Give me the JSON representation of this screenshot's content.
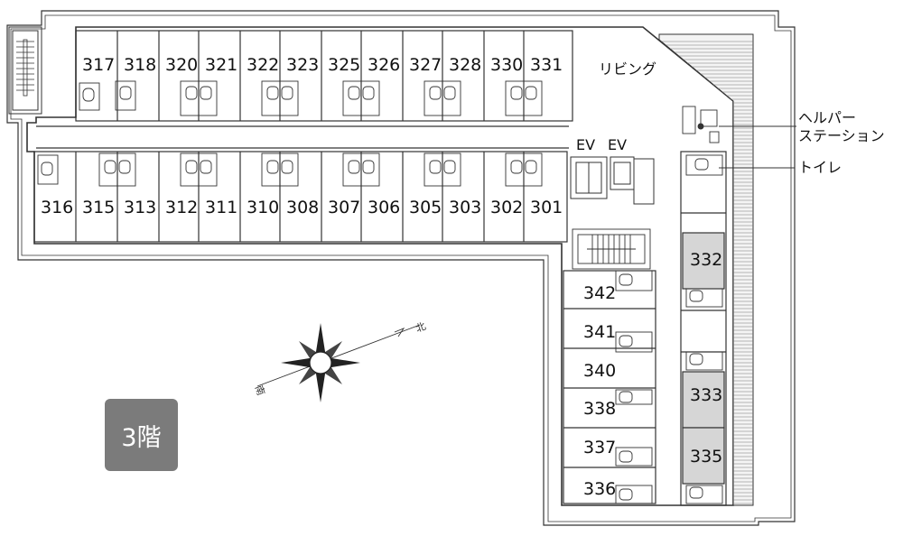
{
  "floor_label": "3階",
  "labels": {
    "living": "リビング",
    "helper_station_line1": "ヘルパー",
    "helper_station_line2": "ステーション",
    "toilet": "トイレ",
    "ev1": "EV",
    "ev2": "EV",
    "north": "北",
    "south": "南"
  },
  "rooms": {
    "top_row": [
      "317",
      "318",
      "320",
      "321",
      "322",
      "323",
      "325",
      "326",
      "327",
      "328",
      "330",
      "331"
    ],
    "bottom_row": [
      "316",
      "315",
      "313",
      "312",
      "311",
      "310",
      "308",
      "307",
      "306",
      "305",
      "303",
      "302",
      "301"
    ],
    "wing_left": [
      "342",
      "341",
      "340",
      "338",
      "337",
      "336"
    ],
    "wing_right": [
      "332",
      "333",
      "335"
    ]
  },
  "colors": {
    "line": "#333333",
    "shaded_room": "#d6d6d6",
    "badge": "#7b7b7b"
  }
}
